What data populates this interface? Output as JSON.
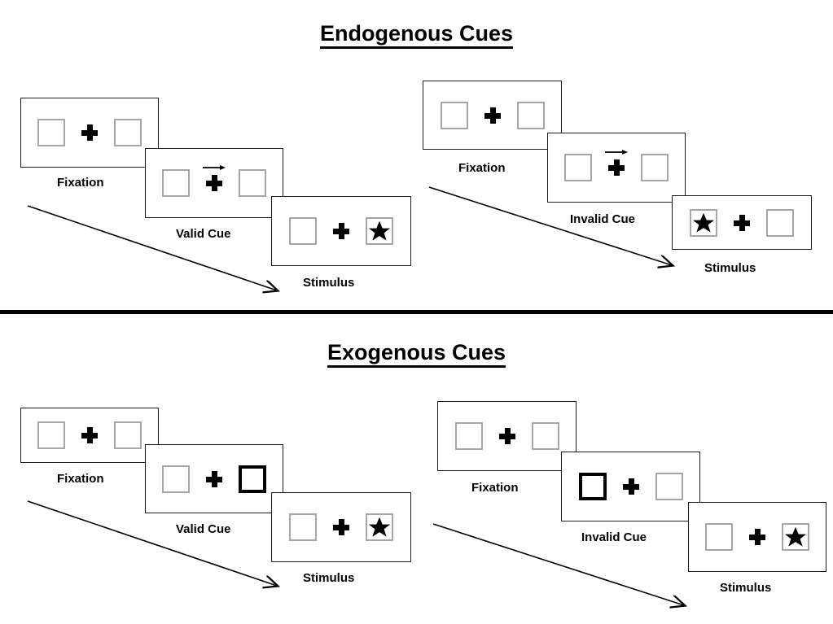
{
  "figure": {
    "title_endogenous": "Endogenous Cues",
    "title_exogenous": "Exogenous Cues",
    "labels": {
      "fixation": "Fixation",
      "valid_cue": "Valid Cue",
      "invalid_cue": "Invalid Cue",
      "stimulus": "Stimulus"
    },
    "colors": {
      "ink": "#000000",
      "panel_border": "#1a1a1a",
      "box_border": "#a6a6a6",
      "cued_box_border": "#000000",
      "background": "#ffffff"
    },
    "icons": {
      "fixation_cross": "plus-icon",
      "cue_arrow": "arrow-right-icon",
      "target": "star-icon",
      "flow": "diagonal-arrow-icon"
    }
  },
  "sections": [
    {
      "id": "endogenous",
      "title": "Endogenous Cues",
      "cue_type": "central arrow",
      "sequences": [
        {
          "id": "endogenous-valid",
          "validity": "valid",
          "frames": [
            {
              "label": "Fixation",
              "left_box": "empty",
              "right_box": "empty",
              "center": "plus"
            },
            {
              "label": "Valid Cue",
              "left_box": "empty",
              "right_box": "empty",
              "center": "plus-with-right-arrow",
              "cue_direction": "right"
            },
            {
              "label": "Stimulus",
              "left_box": "empty",
              "right_box": "star",
              "center": "plus",
              "target_side": "right"
            }
          ]
        },
        {
          "id": "endogenous-invalid",
          "validity": "invalid",
          "frames": [
            {
              "label": "Fixation",
              "left_box": "empty",
              "right_box": "empty",
              "center": "plus"
            },
            {
              "label": "Invalid Cue",
              "left_box": "empty",
              "right_box": "empty",
              "center": "plus-with-right-arrow",
              "cue_direction": "right"
            },
            {
              "label": "Stimulus",
              "left_box": "star",
              "right_box": "empty",
              "center": "plus",
              "target_side": "left"
            }
          ]
        }
      ]
    },
    {
      "id": "exogenous",
      "title": "Exogenous Cues",
      "cue_type": "peripheral box brightening",
      "sequences": [
        {
          "id": "exogenous-valid",
          "validity": "valid",
          "frames": [
            {
              "label": "Fixation",
              "left_box": "empty",
              "right_box": "empty",
              "center": "plus"
            },
            {
              "label": "Valid Cue",
              "left_box": "empty",
              "right_box": "cued",
              "center": "plus",
              "cue_side": "right"
            },
            {
              "label": "Stimulus",
              "left_box": "empty",
              "right_box": "star",
              "center": "plus",
              "target_side": "right"
            }
          ]
        },
        {
          "id": "exogenous-invalid",
          "validity": "invalid",
          "frames": [
            {
              "label": "Fixation",
              "left_box": "empty",
              "right_box": "empty",
              "center": "plus"
            },
            {
              "label": "Invalid Cue",
              "left_box": "cued",
              "right_box": "empty",
              "center": "plus",
              "cue_side": "left"
            },
            {
              "label": "Stimulus",
              "left_box": "empty",
              "right_box": "star",
              "center": "plus",
              "target_side": "right"
            }
          ]
        }
      ]
    }
  ]
}
